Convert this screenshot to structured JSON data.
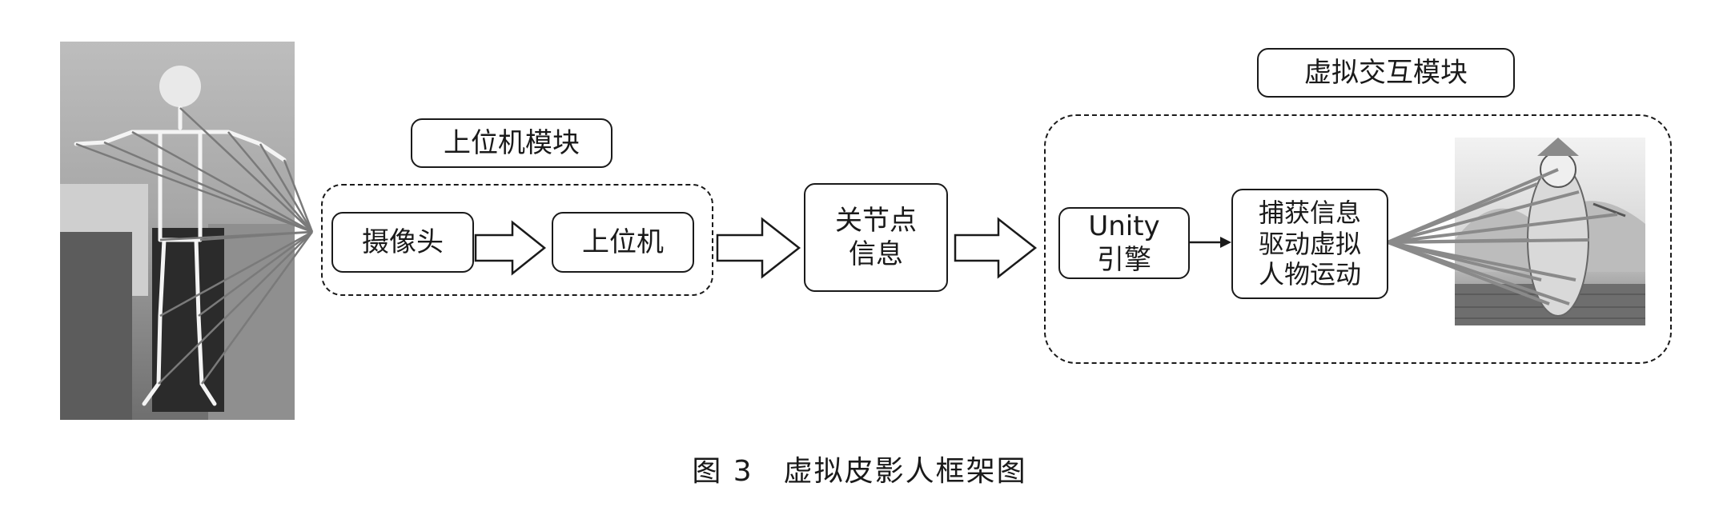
{
  "modules": {
    "host_module_label": "上位机模块",
    "virtual_module_label": "虚拟交互模块"
  },
  "nodes": {
    "camera": "摄像头",
    "host_pc": "上位机",
    "joint_info": "关节点\n信息",
    "unity_engine": "Unity\n引擎",
    "capture_drive": "捕获信息\n驱动虚拟\n人物运动"
  },
  "caption": "图 3　虚拟皮影人框架图",
  "colors": {
    "stroke": "#1a1a1a",
    "photo_gray": "#9a9a9a",
    "ray_gray": "#8a8a8a"
  }
}
